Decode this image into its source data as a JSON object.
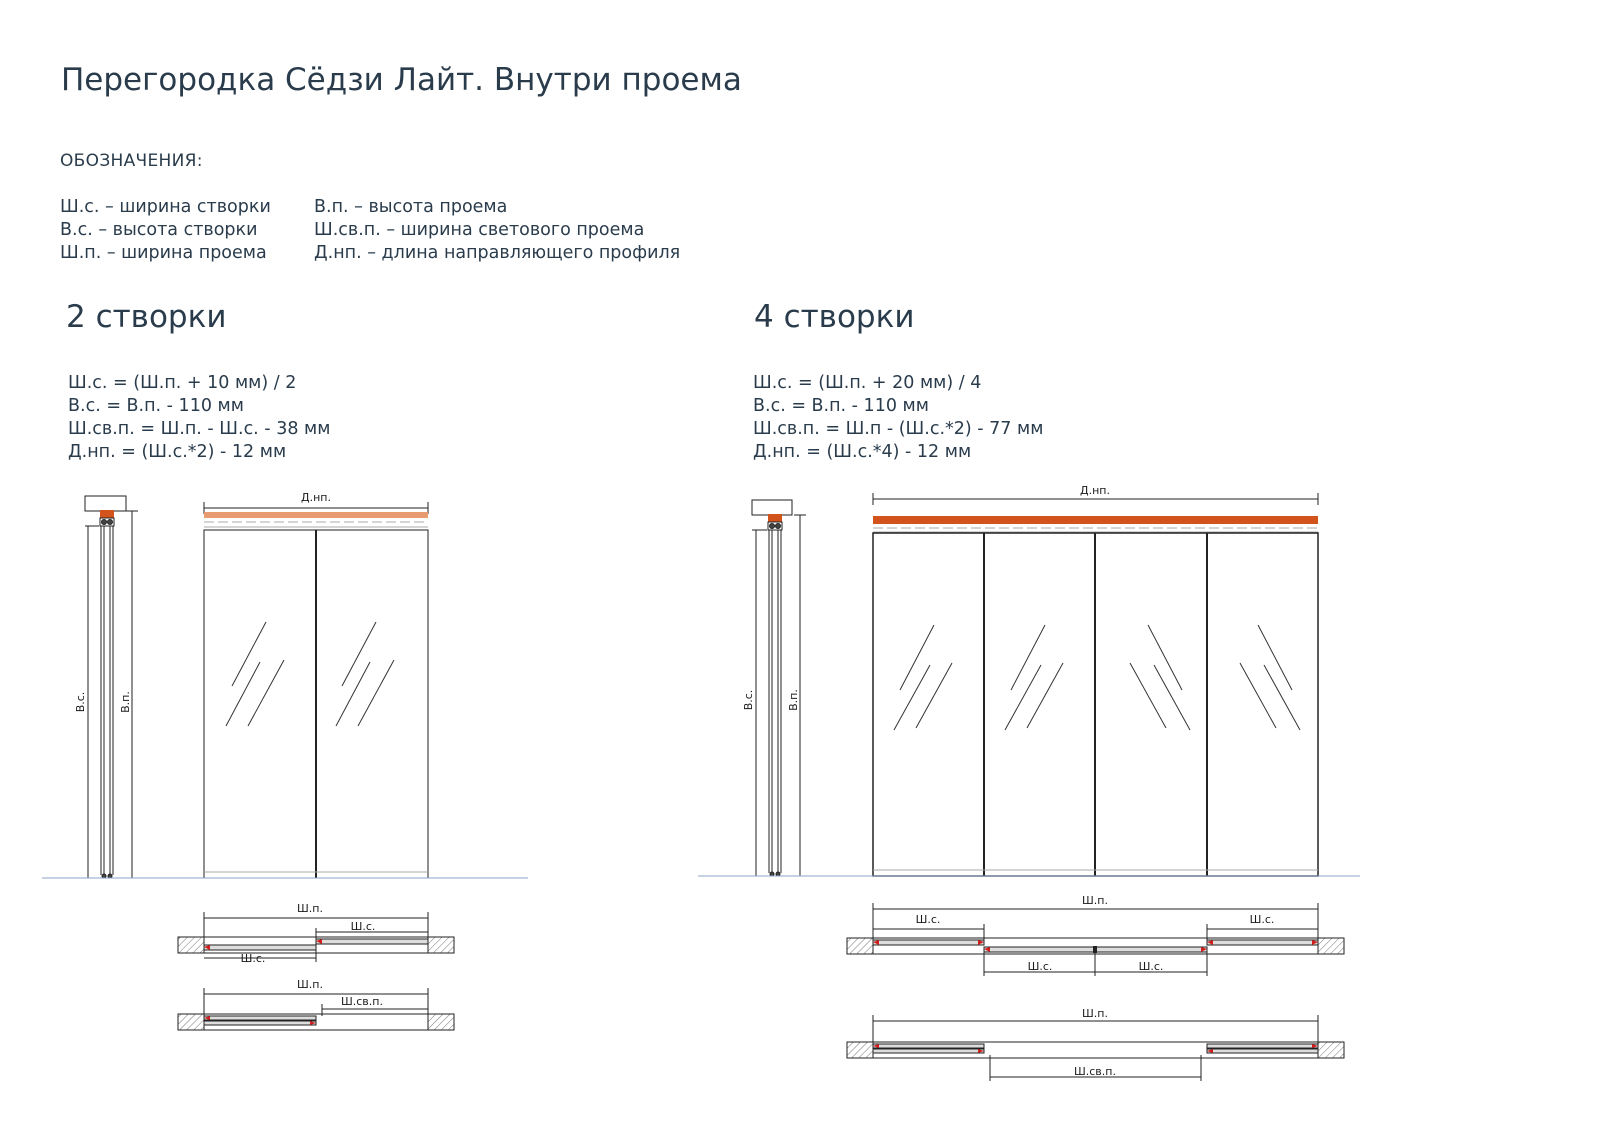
{
  "title": "Перегородка Сёдзи Лайт. Внутри проема",
  "legend": {
    "heading": "ОБОЗНАЧЕНИЯ:",
    "left": [
      "Ш.с. – ширина створки",
      "В.с. – высота створки",
      "Ш.п. – ширина проема"
    ],
    "right": [
      "В.п. – высота проема",
      "Ш.св.п. – ширина светового проема",
      "Д.нп. – длина направляющего профиля"
    ]
  },
  "two_panel": {
    "heading": "2 створки",
    "formulas": [
      "Ш.с. = (Ш.п. + 10 мм) / 2",
      "В.с. = В.п. - 110 мм",
      "Ш.св.п. = Ш.п. - Ш.с. - 38 мм",
      "Д.нп. = (Ш.с.*2) - 12 мм"
    ],
    "labels": {
      "dnp": "Д.нп.",
      "vs": "В.с.",
      "vp": "В.п.",
      "plan1_shp": "Ш.п.",
      "plan1_shs_top": "Ш.с.",
      "plan1_shs_bottom": "Ш.с.",
      "plan2_shp": "Ш.п.",
      "plan2_shsvp": "Ш.св.п."
    }
  },
  "four_panel": {
    "heading": "4 створки",
    "formulas": [
      "Ш.с. = (Ш.п. + 20 мм) / 4",
      "В.с. = В.п. - 110 мм",
      "Ш.св.п. = Ш.п - (Ш.с.*2) - 77 мм",
      "Д.нп. = (Ш.с.*4) - 12 мм"
    ],
    "labels": {
      "dnp": "Д.нп.",
      "vs": "В.с.",
      "vp": "В.п.",
      "plan1_shp": "Ш.п.",
      "plan1_shs_l": "Ш.с.",
      "plan1_shs_r": "Ш.с.",
      "plan1_shs_ml": "Ш.с.",
      "plan1_shs_mr": "Ш.с.",
      "plan2_shp": "Ш.п.",
      "plan2_shsvp": "Ш.св.п."
    }
  },
  "colors": {
    "text": "#2a3c4c",
    "accent": "#d2541c",
    "accent_light": "#e89a70",
    "line": "#222222",
    "floor": "#8fa3c8",
    "marker": "#d41e1e"
  }
}
